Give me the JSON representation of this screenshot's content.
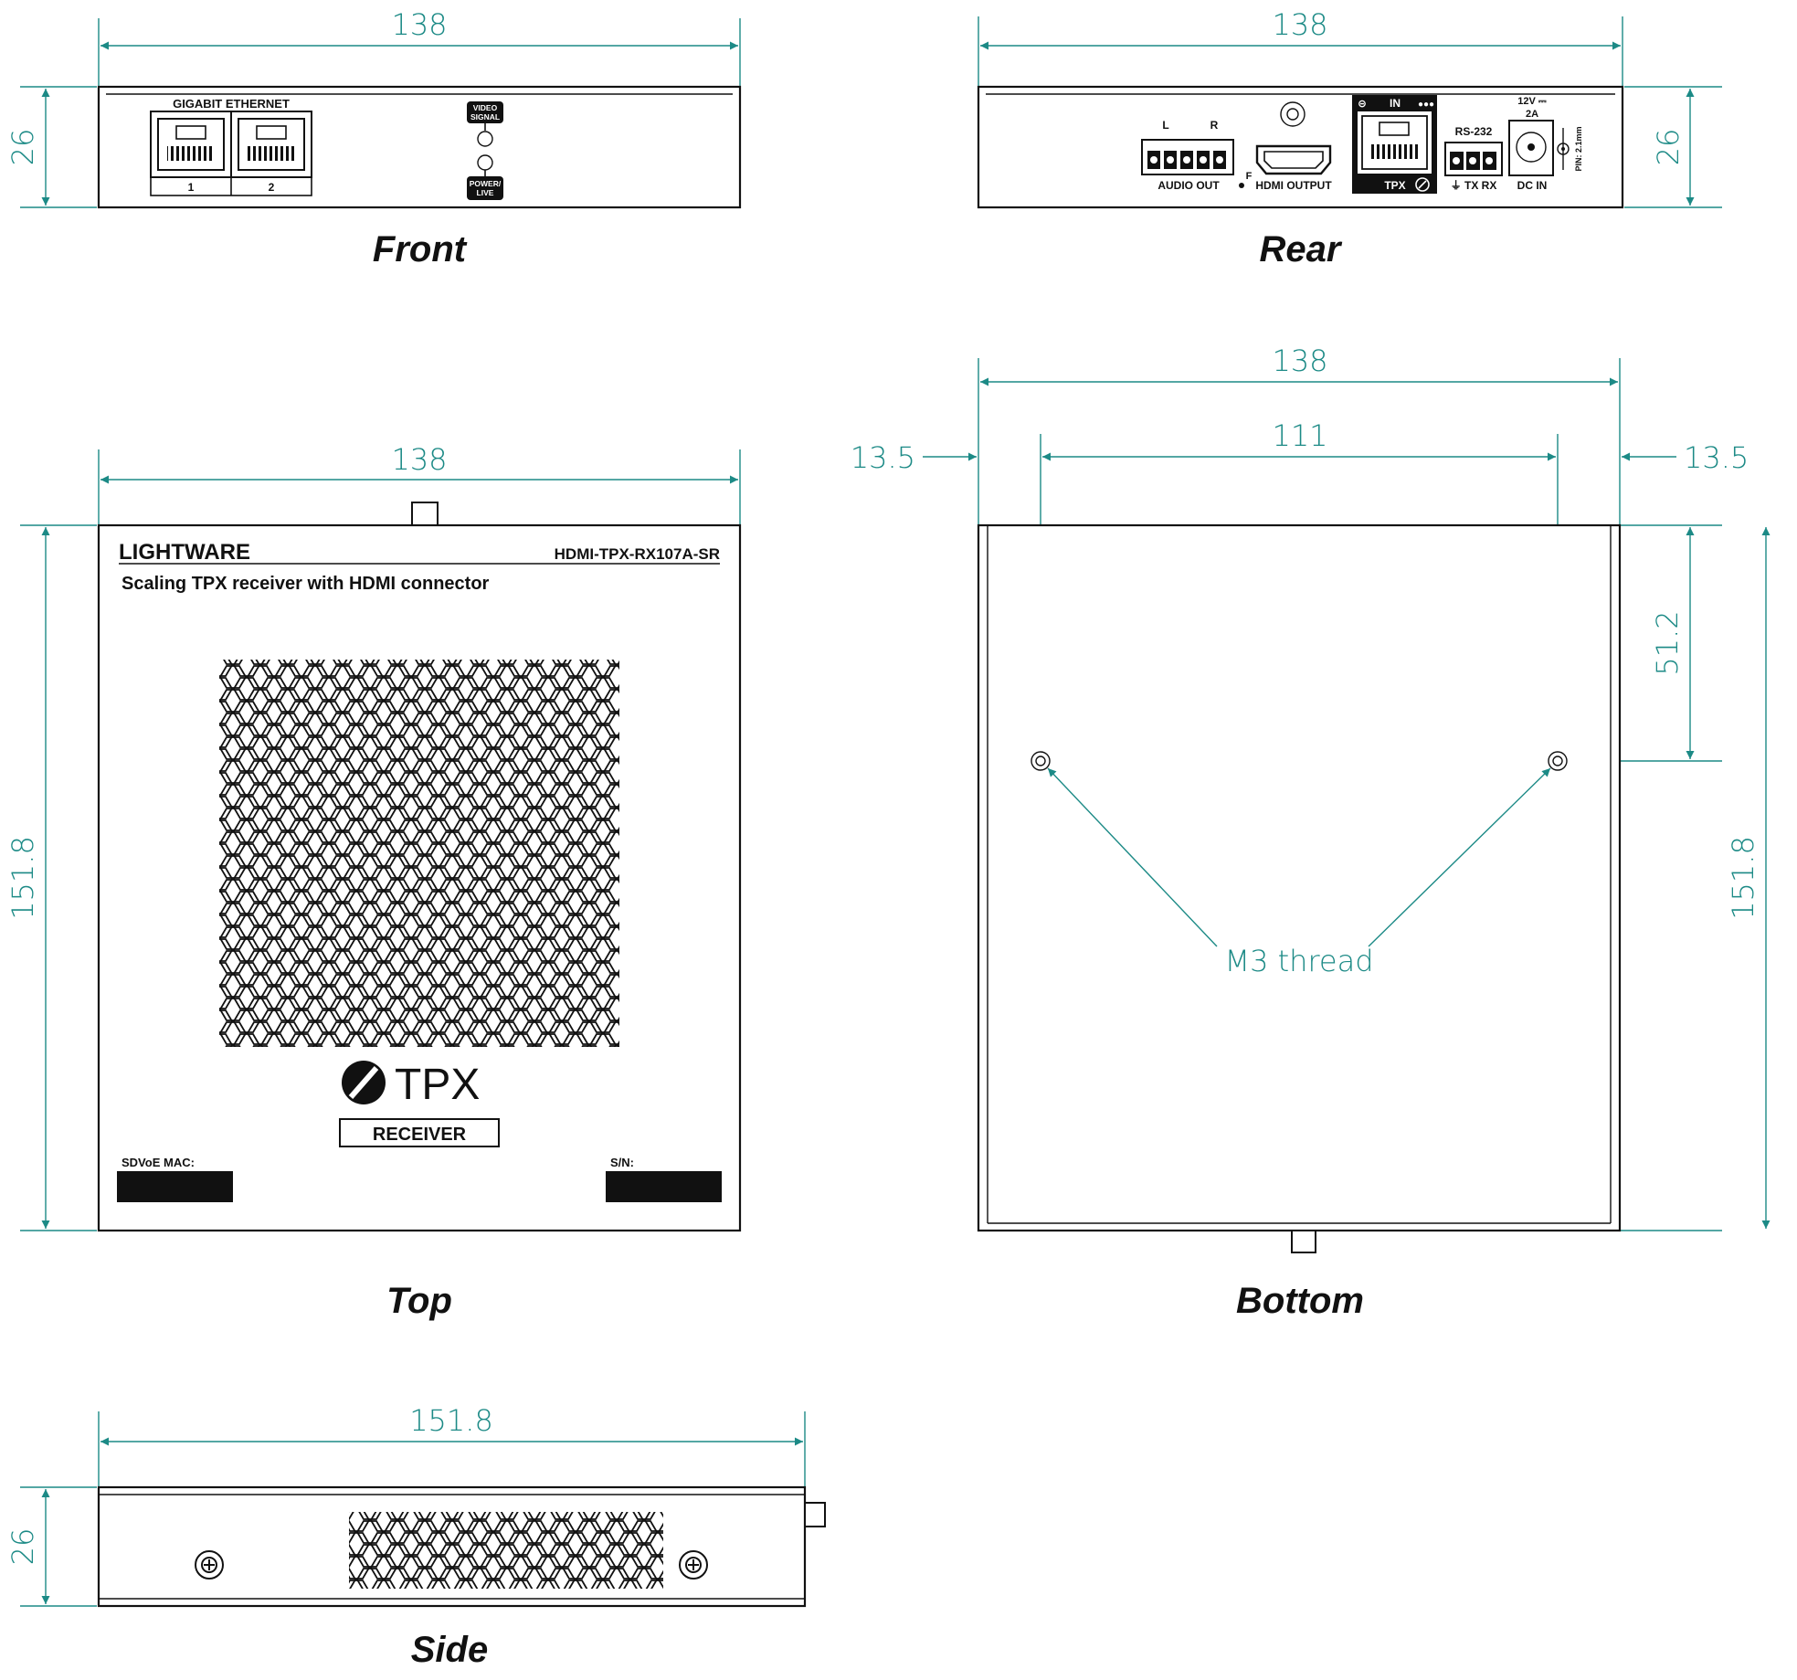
{
  "views": {
    "front": {
      "title": "Front",
      "width_dim": "138",
      "height_dim": "26",
      "port_group_label": "GIGABIT ETHERNET",
      "port1": "1",
      "port2": "2",
      "led1_label_a": "VIDEO",
      "led1_label_b": "SIGNAL",
      "led2_label_a": "POWER/",
      "led2_label_b": "LIVE"
    },
    "rear": {
      "title": "Rear",
      "width_dim": "138",
      "height_dim": "26",
      "audio_l": "L",
      "audio_r": "R",
      "audio_label": "AUDIO OUT",
      "hdmi_label": "HDMI OUTPUT",
      "f_label": "F",
      "tpx_in": "IN",
      "tpx_label": "TPX",
      "rs232_label": "RS-232",
      "rs232_pins": "⏚ TX RX",
      "dc_volt": "12V ⎓",
      "dc_amp": "2A",
      "dc_label": "DC IN",
      "dc_pin": "PIN: 2.1mm"
    },
    "top": {
      "title": "Top",
      "width_dim": "138",
      "height_dim": "151.8",
      "brand": "LIGHTWARE",
      "model": "HDMI-TPX-RX107A-SR",
      "description": "Scaling TPX receiver with HDMI connector",
      "logo_text": "TPX",
      "receiver_label": "RECEIVER",
      "mac_label": "SDVoE MAC:",
      "sn_label": "S/N:"
    },
    "bottom": {
      "title": "Bottom",
      "width_dim": "138",
      "inner_dim": "111",
      "left_offset": "13.5",
      "right_offset": "13.5",
      "hole_dim": "51.2",
      "height_dim": "151.8",
      "thread_label": "M3 thread"
    },
    "side": {
      "title": "Side",
      "width_dim": "151.8",
      "height_dim": "26"
    }
  },
  "colors": {
    "dimension": "#1c8a86",
    "outline": "#111111"
  }
}
